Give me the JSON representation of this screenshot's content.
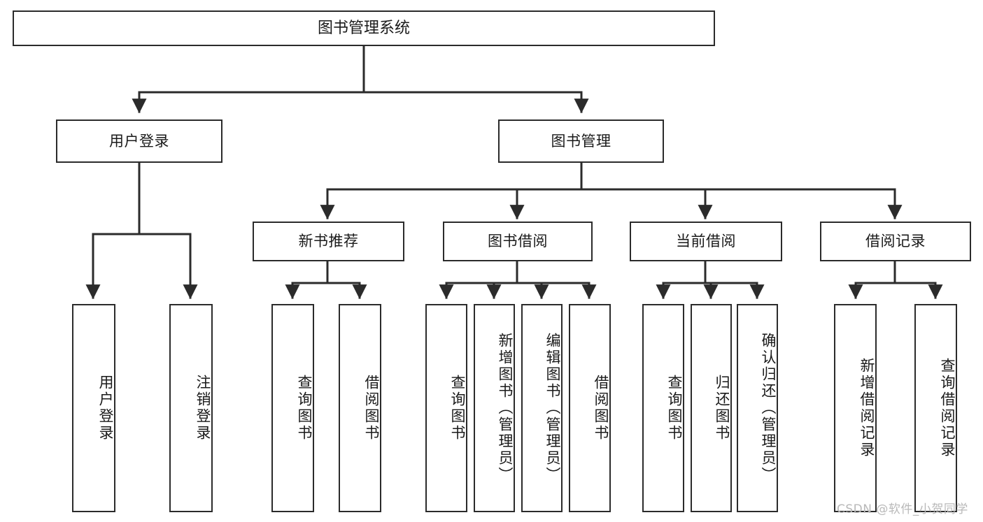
{
  "diagram": {
    "title": "图书管理系统",
    "watermark": "CSDN @软件_小贺同学",
    "colors": {
      "stroke": "#2b2b2b",
      "fill": "#ffffff",
      "text": "#1a1a1a",
      "watermark": "#b9b9b9"
    },
    "levels": {
      "root": {
        "label": "图书管理系统"
      },
      "level2": [
        {
          "label": "用户登录"
        },
        {
          "label": "图书管理"
        }
      ],
      "level3": [
        {
          "label": "新书推荐"
        },
        {
          "label": "图书借阅"
        },
        {
          "label": "当前借阅"
        },
        {
          "label": "借阅记录"
        }
      ],
      "leaves": {
        "user_login": [
          {
            "label": "用户登录"
          },
          {
            "label": "注销登录"
          }
        ],
        "new_book": [
          {
            "label": "查询图书"
          },
          {
            "label": "借阅图书"
          }
        ],
        "book_borrow": [
          {
            "label": "查询图书"
          },
          {
            "label": "新增图书（管理员）"
          },
          {
            "label": "编辑图书（管理员）"
          },
          {
            "label": "借阅图书"
          }
        ],
        "current_borrow": [
          {
            "label": "查询图书"
          },
          {
            "label": "归还图书"
          },
          {
            "label": "确认归还（管理员）"
          }
        ],
        "borrow_record": [
          {
            "label": "新增借阅记录"
          },
          {
            "label": "查询借阅记录"
          }
        ]
      }
    }
  }
}
